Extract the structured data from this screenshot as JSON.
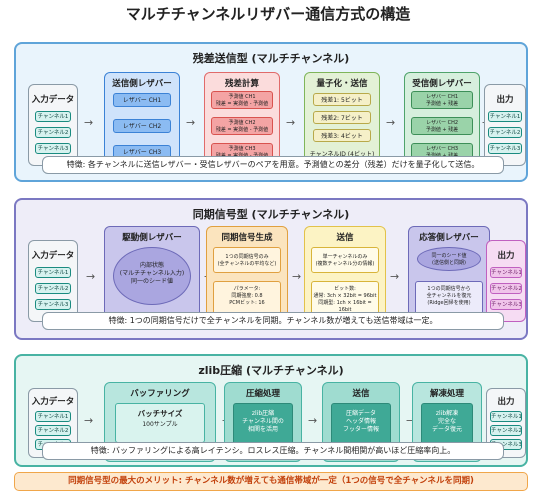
{
  "title": "マルチチャンネルリザバー通信方式の構造",
  "sections": [
    {
      "title": "残差送信型 (マルチチャンネル)",
      "input": {
        "title": "入力データ",
        "chips": [
          "チャンネル1",
          "チャンネル2",
          "チャンネル3"
        ]
      },
      "tx": {
        "title": "送信側レザバー",
        "items": [
          "レザバー CH1",
          "レザバー CH2",
          "レザバー CH3"
        ]
      },
      "residual": {
        "title": "残差計算",
        "items": [
          {
            "l1": "予測値 CH1",
            "l2": "残差 = 実測値 - 予測値"
          },
          {
            "l1": "予測値 CH2",
            "l2": "残差 = 実測値 - 予測値"
          },
          {
            "l1": "予測値 CH3",
            "l2": "残差 = 実測値 - 予測値"
          }
        ]
      },
      "quant": {
        "title": "量子化・送信",
        "items": [
          "残差1: 5ビット",
          "残差2: 7ビット",
          "残差3: 4ビット"
        ],
        "extra": "チャンネルID (4ビット)"
      },
      "rx": {
        "title": "受信側レザバー",
        "items": [
          {
            "l1": "レザバー CH1",
            "l2": "予測値 + 残差"
          },
          {
            "l1": "レザバー CH2",
            "l2": "予測値 + 残差"
          },
          {
            "l1": "レザバー CH3",
            "l2": "予測値 + 残差"
          }
        ]
      },
      "out": {
        "title": "出力",
        "chips": [
          "チャンネル1",
          "チャンネル2",
          "チャンネル3"
        ]
      },
      "note": "特徴: 各チャンネルに送信レザバー・受信レザバーのペアを用意。予測値との差分（残差）だけを量子化して送信。"
    },
    {
      "title": "同期信号型 (マルチチャンネル)",
      "input": {
        "title": "入力データ",
        "chips": [
          "チャンネル1",
          "チャンネル2",
          "チャンネル3"
        ]
      },
      "drive": {
        "title": "駆動側レザバー",
        "lines": [
          "内部状態",
          "(マルチチャンネル入力)",
          "同一のシード値"
        ]
      },
      "sync": {
        "title": "同期信号生成",
        "box1": [
          "1つの同期信号のみ",
          "(全チャンネルの平均など)"
        ],
        "box2": [
          "パラメータ:",
          "同期強度: 0.8",
          "PCMビット: 16"
        ]
      },
      "send": {
        "title": "送信",
        "box1": [
          "単一チャンネルのみ",
          "(複数チャンネル分の情報)"
        ],
        "box2": [
          "ビット数:",
          "通常: 3ch × 32bit = 96bit",
          "同期型: 1ch × 16bit = 16bit"
        ]
      },
      "resp": {
        "title": "応答側レザバー",
        "box1": [
          "同一のシード値",
          "(送信側と同期)"
        ],
        "box2": [
          "1つの同期信号から",
          "全チャンネルを復元",
          "(Ridge回帰を使用)"
        ]
      },
      "out": {
        "title": "出力",
        "chips": [
          "チャンネル1",
          "チャンネル2",
          "チャンネル3"
        ]
      },
      "note": "特徴: 1つの同期信号だけで全チャンネルを同期。チャンネル数が増えても送信帯域は一定。"
    },
    {
      "title": "zlib圧縮 (マルチチャンネル)",
      "input": {
        "title": "入力データ",
        "chips": [
          "チャンネル1",
          "チャンネル2",
          "チャンネル3"
        ]
      },
      "buffer": {
        "title": "バッファリング",
        "sub_title": "バッチサイズ",
        "sub_value": "100サンプル"
      },
      "compress": {
        "title": "圧縮処理",
        "lines": [
          "zlib圧縮",
          "チャンネル間の",
          "相関を活用"
        ]
      },
      "send": {
        "title": "送信",
        "lines": [
          "圧縮データ",
          "ヘッダ情報",
          "フッター情報"
        ]
      },
      "decomp": {
        "title": "解凍処理",
        "lines": [
          "zlib解凍",
          "完全な",
          "データ復元"
        ]
      },
      "out": {
        "title": "出力",
        "chips": [
          "チャンネル1",
          "チャンネル2",
          "チャンネル3"
        ]
      },
      "note": "特徴: バッファリングによる高レイテンシ。ロスレス圧縮。チャンネル間相関が高いほど圧縮率向上。"
    }
  ],
  "footer": "同期信号型の最大のメリット: チャンネル数が増えても通信帯域が一定（1つの信号で全チャンネルを同期)",
  "colors": {
    "sec1_border": "#5fa4d9",
    "sec1_bg": "#e9f4fc",
    "sec2_border": "#7b78c2",
    "sec2_bg": "#eeedf8",
    "sec3_border": "#48b3a3",
    "sec3_bg": "#e6f6f3"
  }
}
